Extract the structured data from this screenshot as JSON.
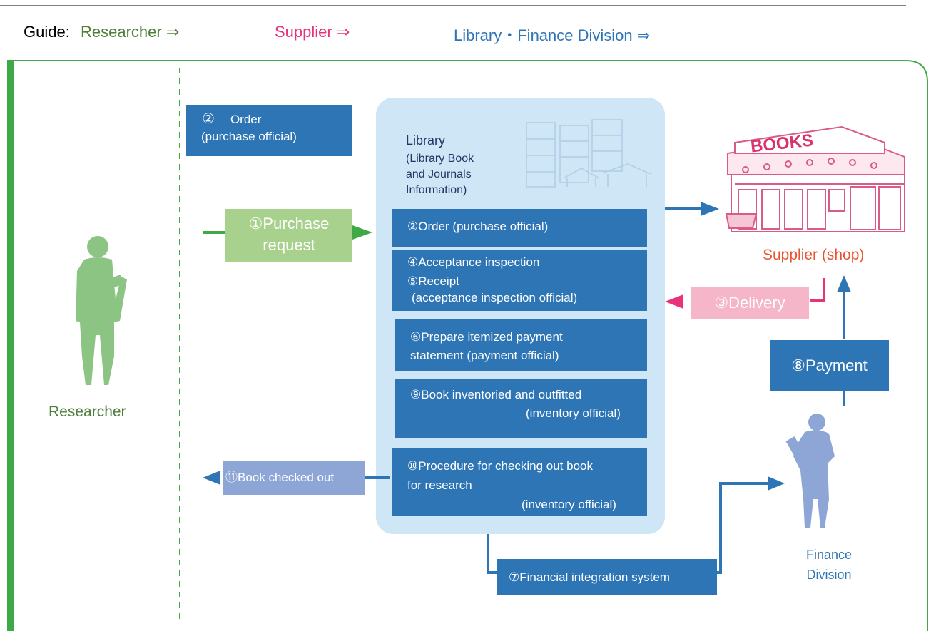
{
  "guide": {
    "label": "Guide:",
    "researcher": "Researcher ⇒",
    "supplier": "Supplier ⇒",
    "library_finance": "Library・Finance Division ⇒"
  },
  "actors": {
    "researcher": "Researcher",
    "supplier": "Supplier (shop)",
    "finance_line1": "Finance",
    "finance_line2": "Division"
  },
  "order_top": {
    "num": "②",
    "line1": "Order",
    "line2": "(purchase official)"
  },
  "purchase_request": {
    "line1": "①Purchase",
    "line2": "request"
  },
  "library": {
    "title": "Library",
    "sub1": "(Library Book",
    "sub2": "and Journals",
    "sub3": "Information)"
  },
  "books_sign": "BOOKS",
  "steps": {
    "order": "②Order (purchase official)",
    "acceptance": "④Acceptance inspection",
    "receipt": "⑤Receipt",
    "receipt_official": "(acceptance inspection official)",
    "prepare_line1": "⑥Prepare itemized payment",
    "prepare_line2": "statement  (payment official)",
    "inventory_line1": "⑨Book inventoried and outfitted",
    "inventory_line2": "(inventory official)",
    "checkout_line1": "⑩Procedure for checking out book",
    "checkout_line2": "for research",
    "checkout_line3": "(inventory official)"
  },
  "delivery": "③Delivery",
  "payment": "⑧Payment",
  "book_checked_out": "⑪Book checked out",
  "financial_system": "⑦Financial integration system",
  "colors": {
    "researcher_green": "#4f7f3a",
    "supplier_pink": "#e8337a",
    "library_blue": "#2e75b6",
    "box_blue": "#2e75b6",
    "light_green": "#a9d18e",
    "light_pink": "#f4b6c8",
    "light_violet": "#8ea6d6",
    "library_panel": "#cfe6f6",
    "supplier_orange": "#e8542f"
  }
}
